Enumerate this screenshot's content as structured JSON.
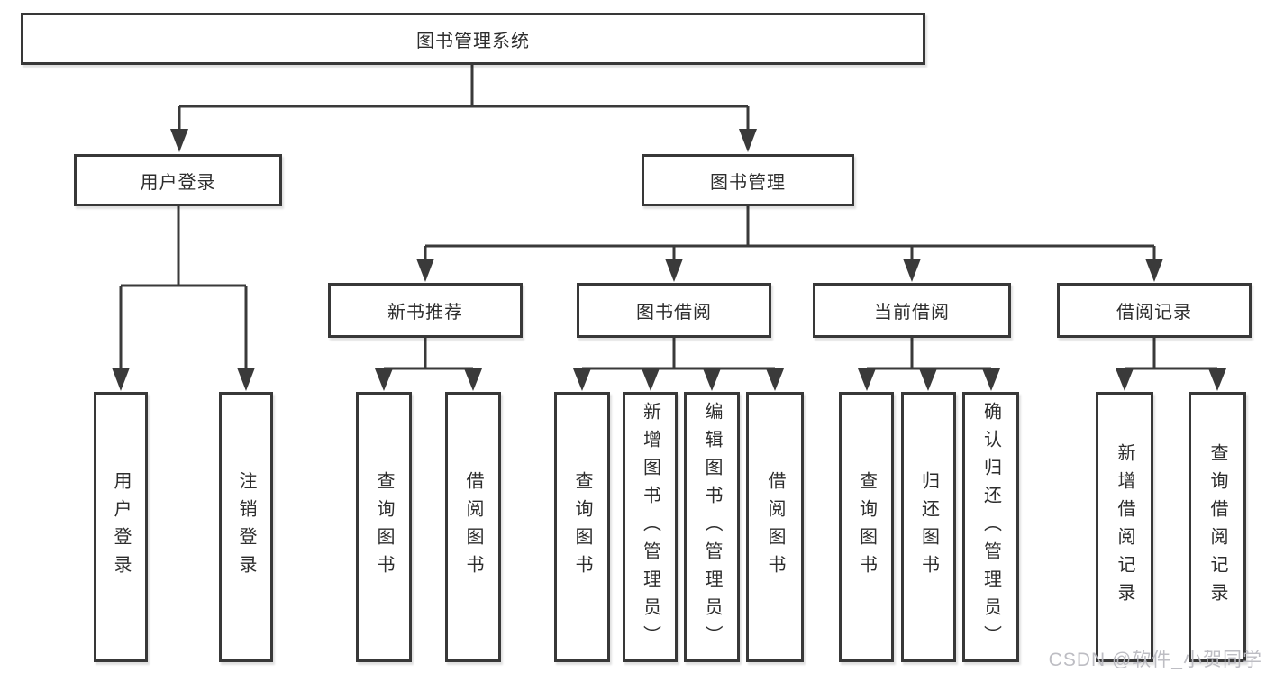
{
  "watermark": "CSDN @软件_小贺同学",
  "tree": {
    "root": "图书管理系统",
    "branches": [
      {
        "label": "用户登录",
        "children": [
          "用户登录",
          "注销登录"
        ]
      },
      {
        "label": "图书管理",
        "children": [
          {
            "label": "新书推荐",
            "children": [
              "查询图书",
              "借阅图书"
            ]
          },
          {
            "label": "图书借阅",
            "children": [
              "查询图书",
              "新增图书（管理员）",
              "编辑图书（管理员）",
              "借阅图书"
            ]
          },
          {
            "label": "当前借阅",
            "children": [
              "查询图书",
              "归还图书",
              "确认归还（管理员）"
            ]
          },
          {
            "label": "借阅记录",
            "children": [
              "新增借阅记录",
              "查询借阅记录"
            ]
          }
        ]
      }
    ]
  },
  "colors": {
    "line": "#3a3a3a",
    "border": "#383838",
    "text": "#2d2d2d",
    "watermark": "#b9b9c0"
  }
}
